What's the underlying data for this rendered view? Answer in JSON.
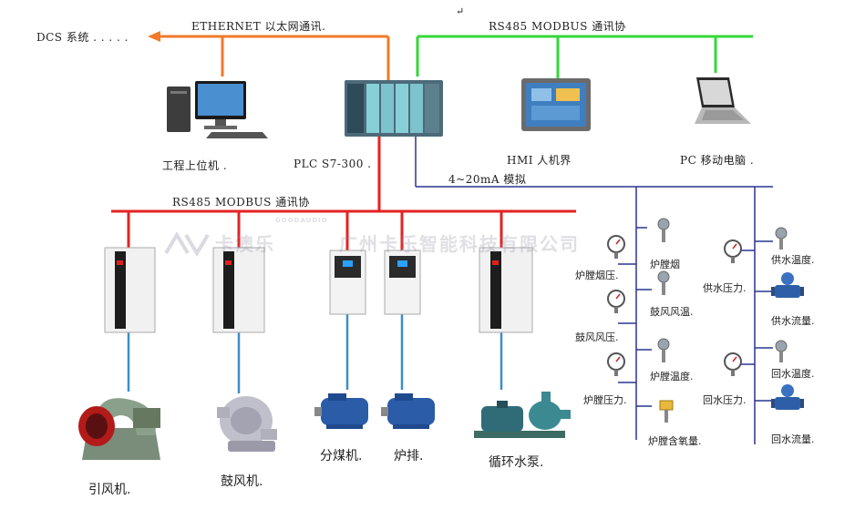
{
  "labels": {
    "dcs": "DCS 系统 . . . . .",
    "ethernet": "ETHERNET  以太网通讯.",
    "rs485_top": "RS485  MODBUS 通讯协",
    "return_mark": "↵",
    "rs485_mid": "RS485  MODBUS 通讯协",
    "analog": "4~20mA  模拟",
    "eng_pc": "工程上位机 .",
    "plc": "PLC  S7-300 .",
    "hmi": "HMI  人机界",
    "pc": "PC  移动电脑 ."
  },
  "watermark": {
    "brand": "卡澳乐",
    "brand_small": "GOODAUDIO",
    "company": "广州卡乐智能科技有限公司"
  },
  "equipment": {
    "induced_fan": "引风机.",
    "blower": "鼓风机.",
    "coal_feeder": "分煤机.",
    "grate": "炉排.",
    "pump": "循环水泵."
  },
  "sensors": {
    "s1": "炉膛烟",
    "s2": "炉膛烟压.",
    "s3": "鼓风风温.",
    "s4": "鼓风风压.",
    "s5": "炉膛温度.",
    "s6": "炉膛压力.",
    "s7": "炉膛含氧量.",
    "s8": "供水温度.",
    "s9": "供水压力.",
    "s10": "供水流量.",
    "s11": "回水温度.",
    "s12": "回水压力.",
    "s13": "回水流量."
  },
  "colors": {
    "ethernet": "#f07a28",
    "rs485_top": "#34d838",
    "rs485_mid": "#e42222",
    "analog": "#2a3590",
    "drive_link": "#3a8fc8"
  }
}
